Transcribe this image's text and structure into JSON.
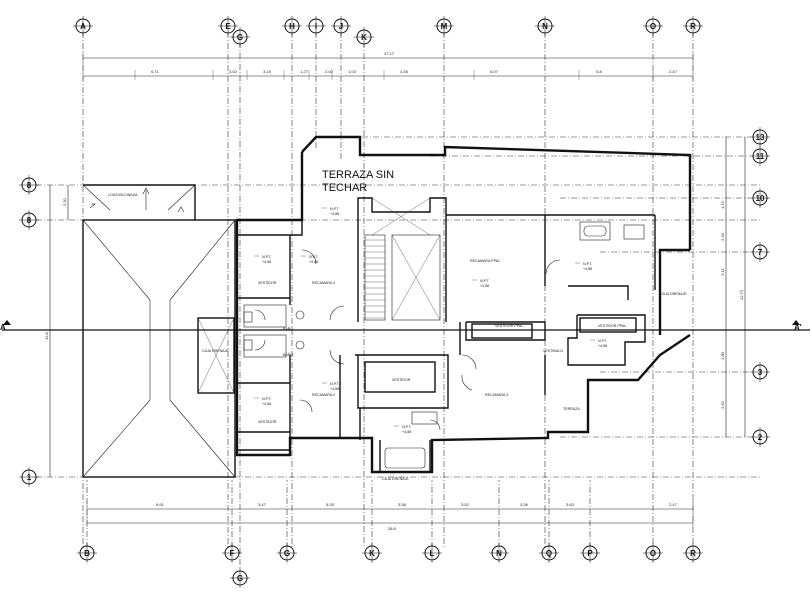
{
  "terrace_title": [
    "TERRAZA SIN",
    "TECHAR"
  ],
  "section_labels": {
    "left": "A",
    "right": "A'"
  },
  "axes_top": [
    "A",
    "E",
    "G",
    "H",
    "I",
    "J",
    "K",
    "M",
    "N",
    "O",
    "R"
  ],
  "axes_bottom": [
    "B",
    "F",
    "G",
    "K",
    "L",
    "N",
    "Q",
    "P",
    "O",
    "R"
  ],
  "axes_bottom_extra": "G",
  "axes_left": [
    "8",
    "8",
    "1"
  ],
  "axes_right": [
    "13",
    "11",
    "10",
    "7",
    "3",
    "2"
  ],
  "dims_top_total": "37.17",
  "dims_top": [
    "6.71",
    "3.02",
    "3.15",
    "1.27",
    "2.02",
    "1.03",
    "4.35",
    "6.07",
    "6.8",
    "2.47"
  ],
  "dims_bottom_total": "28.8",
  "dims_bottom": [
    "6.91",
    "3.47",
    "5.25",
    "3.58",
    "3.52",
    "3.36",
    "3.63",
    "2.47"
  ],
  "dims_right": [
    "1.12",
    "2.34",
    "3.11",
    "1.80",
    "2.62"
  ],
  "dims_right_total": "12.72",
  "dims_left": [
    "2.20",
    "12.8"
  ],
  "room_labels": {
    "losa_inclinada": "LOSA INCLINADA",
    "recamara_4": "RECAMARA 4",
    "recamara_2": "RECAMARA 2",
    "recamara_3": "RECAMARA 3",
    "recamara_ppal": "RECAMARA PPAL.",
    "vestidor": "VESTIDOR",
    "vestidor_2": "VESTIDOR",
    "vestidor_3": "VESTIDOR",
    "vestidor_ppal": "VESTIDOR PPAL.",
    "vestidor_ppal_2": "VESTIDOR PPAL.",
    "vestibulo": "VESTIBULO",
    "bano": "BAÑO",
    "bano_2": "BAÑO",
    "terraza": "TERRAZA",
    "caja_drenaje": "CAJA DRENAJE",
    "caja_drenaje_2": "CAJA DRENAJE",
    "caja_drenaje_3": "CAJA DRENAJE"
  },
  "level_tag": [
    "N.P.T.",
    "+4.88"
  ]
}
